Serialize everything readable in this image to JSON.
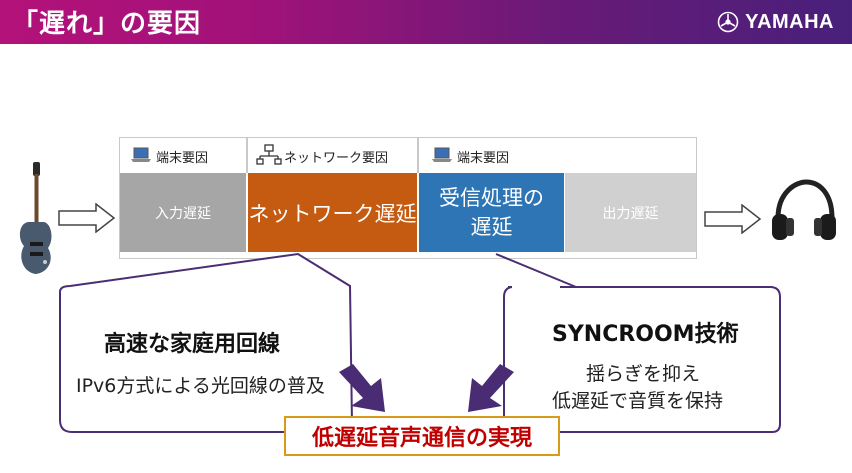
{
  "header": {
    "title": "「遅れ」の要因",
    "brand": "YAMAHA"
  },
  "segments": {
    "header_labels": [
      "端末要因",
      "ネットワーク要因",
      "端末要因"
    ],
    "blocks": [
      {
        "label": "入力遅延",
        "color": "#a6a6a6"
      },
      {
        "label": "ネットワーク遅延",
        "color": "#c55a11"
      },
      {
        "label_line1": "受信処理の",
        "label_line2": "遅延",
        "color": "#2e75b6"
      },
      {
        "label": "出力遅延",
        "color": "#d0d0d0"
      }
    ]
  },
  "bubbles": {
    "left": {
      "title": "高速な家庭用回線",
      "subtitle": "IPv6方式による光回線の普及"
    },
    "right": {
      "title": "SYNCROOM技術",
      "line1": "揺らぎを抑え",
      "line2": "低遅延で音質を保持"
    }
  },
  "result": {
    "label": "低遅延音声通信の実現"
  },
  "colors": {
    "accent_purple": "#4b2d73",
    "result_border": "#d99a1a",
    "result_text": "#c00000"
  }
}
